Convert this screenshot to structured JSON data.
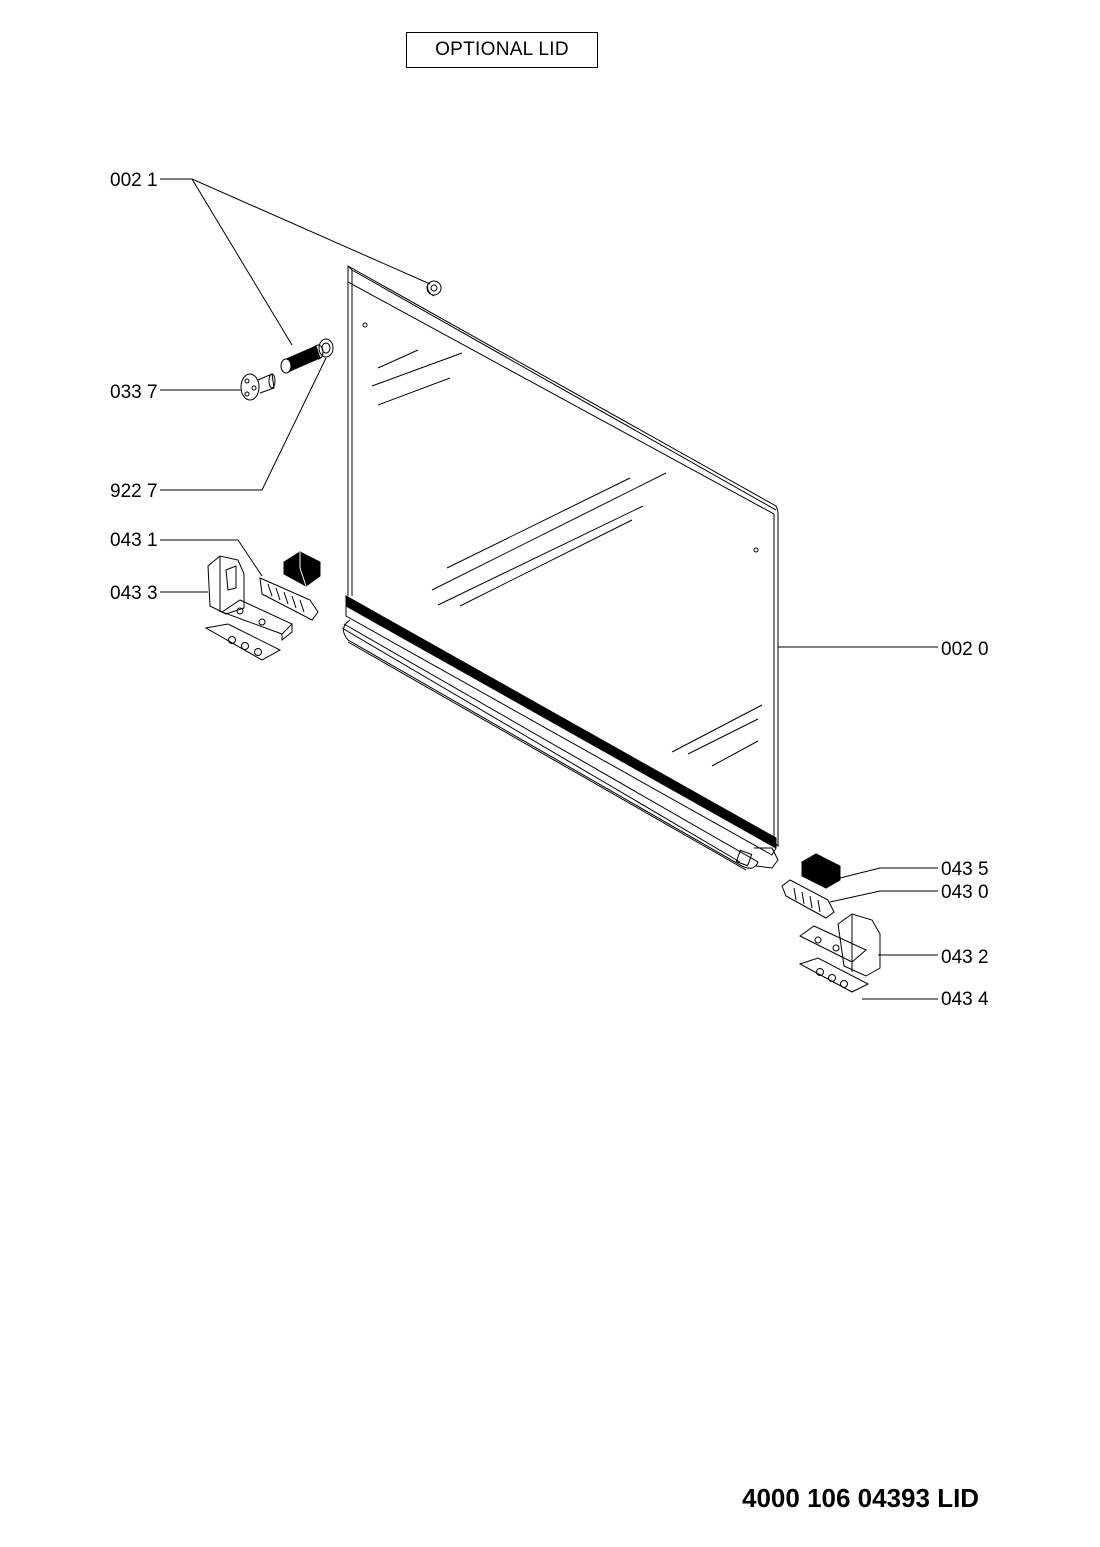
{
  "title": "OPTIONAL LID",
  "document_code": "4000 106 04393 LID",
  "parts": {
    "p0021": "002 1",
    "p0337": "033 7",
    "p9227": "922 7",
    "p0431": "043 1",
    "p0433": "043 3",
    "p0020": "002 0",
    "p0435": "043 5",
    "p0430": "043 0",
    "p0432": "043 2",
    "p0434": "043 4"
  }
}
